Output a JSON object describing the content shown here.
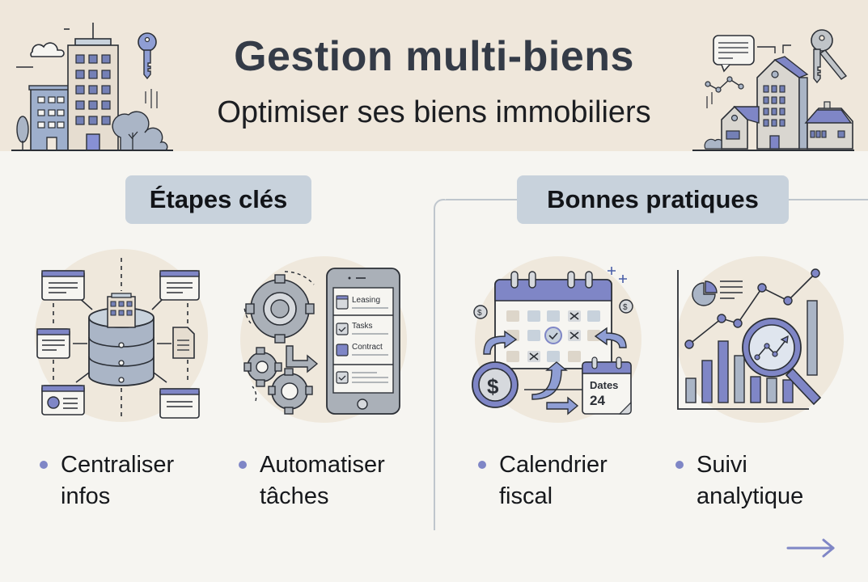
{
  "header": {
    "title": "Gestion multi-biens",
    "subtitle": "Optimiser ses biens immobiliers",
    "left_icon": "city-buildings-key-icon",
    "right_icon": "houses-key-chat-icon"
  },
  "sections": [
    {
      "label": "Étapes clés",
      "items": [
        {
          "icon": "database-hub-icon",
          "text_line1": "Centraliser",
          "text_line2": "infos"
        },
        {
          "icon": "gears-phone-icon",
          "text_line1": "Automatiser",
          "text_line2": "tâches",
          "phone_rows": [
            "Leasing",
            "Tasks",
            "Contract"
          ]
        }
      ]
    },
    {
      "label": "Bonnes pratiques",
      "items": [
        {
          "icon": "calendar-dollar-icon",
          "text_line1": "Calendrier",
          "text_line2": "fiscal",
          "badge_line1": "Dates",
          "badge_line2": "24"
        },
        {
          "icon": "analytics-magnifier-icon",
          "text_line1": "Suivi",
          "text_line2": "analytique"
        }
      ]
    }
  ],
  "footer": {
    "next_icon": "arrow-right-icon"
  },
  "colors": {
    "header_bg": "#efe7db",
    "page_bg": "#f6f5f1",
    "pill_bg": "#c8d2dc",
    "accent": "#7f86c6",
    "title": "#343b47",
    "divider": "#bfc6cd"
  }
}
